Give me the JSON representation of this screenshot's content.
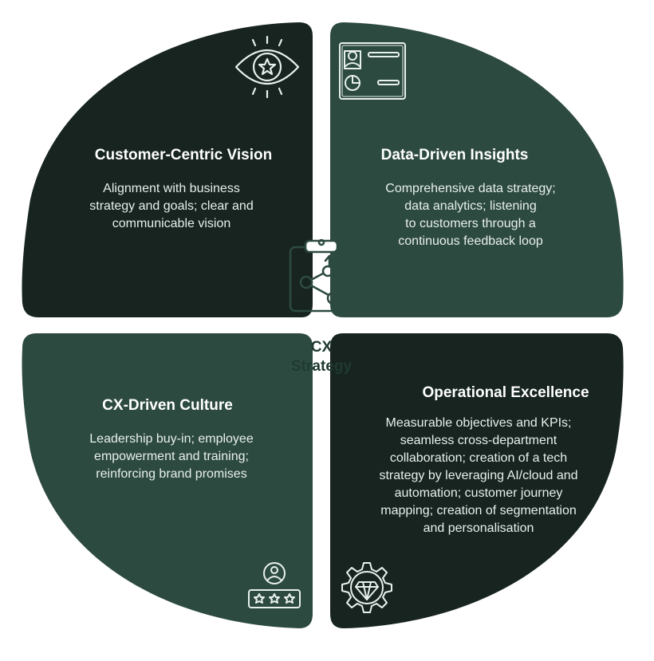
{
  "center": {
    "title": "CX\nStrategy",
    "icon": "clipboard-share-icon"
  },
  "quadrants": {
    "top_left": {
      "title": "Customer-Centric Vision",
      "body": "Alignment with business\nstrategy and goals; clear and\ncommunicable vision",
      "icon": "eye-star-icon"
    },
    "top_right": {
      "title": "Data-Driven Insights",
      "body": "Comprehensive data strategy;\ndata analytics; listening\nto customers through a\ncontinuous feedback loop",
      "icon": "profile-chart-card-icon"
    },
    "bottom_left": {
      "title": "CX-Driven Culture",
      "body": "Leadership buy-in; employee\nempowerment and training;\nreinforcing brand promises",
      "icon": "user-rating-icon"
    },
    "bottom_right": {
      "title": "Operational Excellence",
      "body": "Measurable objectives and KPIs;\nseamless cross-department\ncollaboration; creation of a tech\nstrategy by leveraging AI/cloud and\nautomation; customer journey\nmapping; creation of segmentation\nand personalisation",
      "icon": "gear-diamond-icon"
    }
  },
  "colors": {
    "dark": "#17241f",
    "medium": "#2d4a41",
    "icon_stroke": "#e8f0ec",
    "center_stroke": "#2d4a41",
    "center_text": "#1f3a30"
  }
}
